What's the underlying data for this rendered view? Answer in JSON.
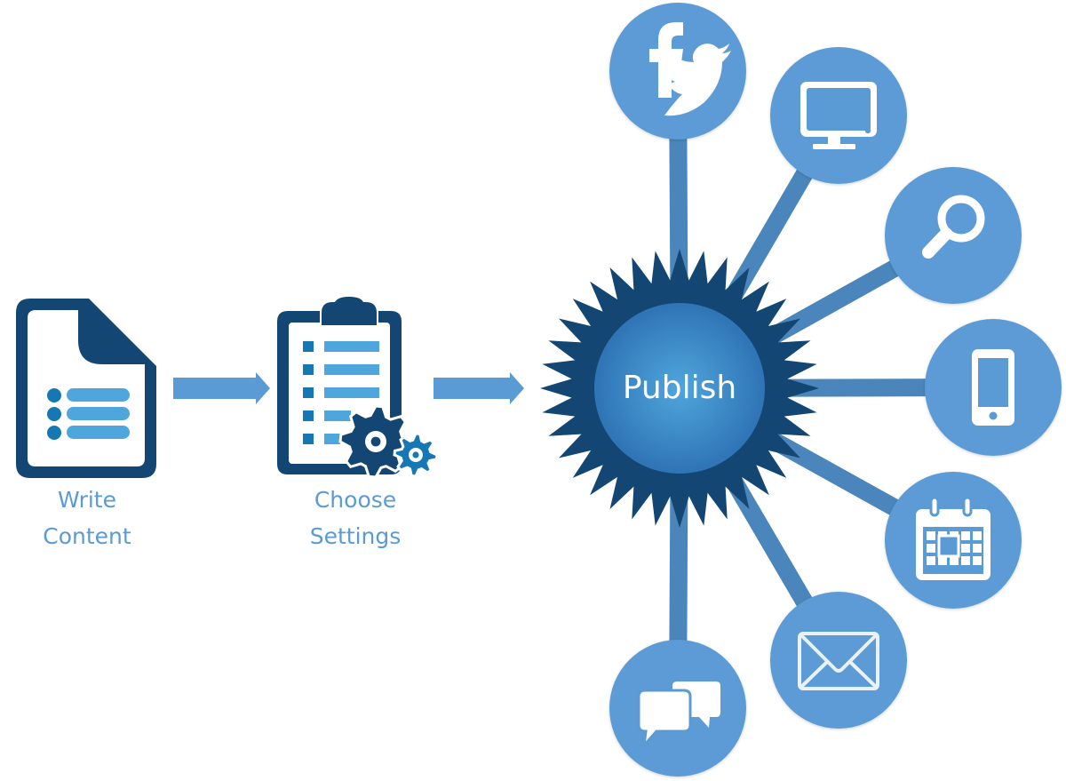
{
  "colors": {
    "dark_navy": "#134673",
    "mid_blue": "#1677b5",
    "light_blue": "#4fa6dc",
    "satellite_fill": "#5b9bd5",
    "connector": "#4a86bb",
    "arrow": "#5b9bd5",
    "label_text": "#5b9bd5",
    "white": "#ffffff"
  },
  "steps": [
    {
      "id": "write-content",
      "icon": "document-list-icon",
      "label_line1": "Write",
      "label_line2": "Content"
    },
    {
      "id": "choose-settings",
      "icon": "clipboard-gears-icon",
      "label_line1": "Choose",
      "label_line2": "Settings"
    }
  ],
  "arrows": [
    {
      "from": "write-content",
      "to": "choose-settings"
    },
    {
      "from": "choose-settings",
      "to": "publish"
    }
  ],
  "hub": {
    "label": "Publish",
    "shape": "starburst"
  },
  "channels": [
    {
      "name": "social-media",
      "icon": "facebook-twitter-icon"
    },
    {
      "name": "desktop",
      "icon": "monitor-icon"
    },
    {
      "name": "search",
      "icon": "magnifier-icon"
    },
    {
      "name": "mobile",
      "icon": "smartphone-icon"
    },
    {
      "name": "calendar",
      "icon": "calendar-icon"
    },
    {
      "name": "email",
      "icon": "envelope-icon"
    },
    {
      "name": "chat",
      "icon": "chat-bubbles-icon"
    }
  ]
}
